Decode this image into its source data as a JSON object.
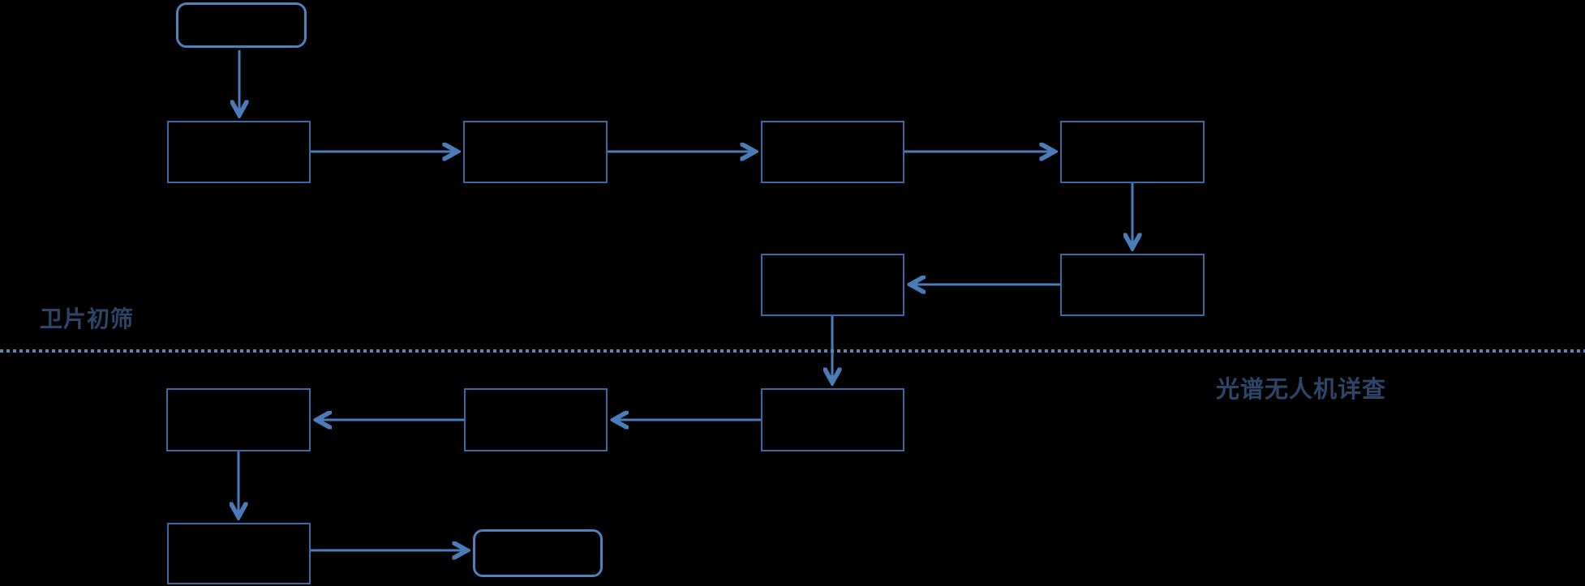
{
  "section_labels": {
    "left": "卫片初筛",
    "right": "光谱无人机详查"
  },
  "colors": {
    "background": "#000000",
    "process_box_border": "#3a6aa6",
    "terminal_node_border": "#4f81bd",
    "connector_arrow": "#4a7cb8",
    "divider_dots": "#5b83b8",
    "section_label_text": "#2e4567"
  },
  "nodes": {
    "start": {
      "shape": "rounded-rectangle",
      "label": ""
    },
    "b1": {
      "shape": "rectangle",
      "label": ""
    },
    "b2": {
      "shape": "rectangle",
      "label": ""
    },
    "b3": {
      "shape": "rectangle",
      "label": ""
    },
    "b4": {
      "shape": "rectangle",
      "label": ""
    },
    "b5": {
      "shape": "rectangle",
      "label": ""
    },
    "b6": {
      "shape": "rectangle",
      "label": ""
    },
    "b7": {
      "shape": "rectangle",
      "label": ""
    },
    "b8": {
      "shape": "rectangle",
      "label": ""
    },
    "b9": {
      "shape": "rectangle",
      "label": ""
    },
    "b10": {
      "shape": "rectangle",
      "label": ""
    },
    "end": {
      "shape": "rounded-rectangle",
      "label": ""
    }
  },
  "edges": [
    {
      "from": "start",
      "to": "b1",
      "direction": "down"
    },
    {
      "from": "b1",
      "to": "b2",
      "direction": "right"
    },
    {
      "from": "b2",
      "to": "b3",
      "direction": "right"
    },
    {
      "from": "b3",
      "to": "b4",
      "direction": "right"
    },
    {
      "from": "b4",
      "to": "b6",
      "direction": "down"
    },
    {
      "from": "b6",
      "to": "b5",
      "direction": "left"
    },
    {
      "from": "b5",
      "to": "b9",
      "direction": "down"
    },
    {
      "from": "b9",
      "to": "b8",
      "direction": "left"
    },
    {
      "from": "b8",
      "to": "b7",
      "direction": "left"
    },
    {
      "from": "b7",
      "to": "b10",
      "direction": "down"
    },
    {
      "from": "b10",
      "to": "end",
      "direction": "right"
    }
  ]
}
